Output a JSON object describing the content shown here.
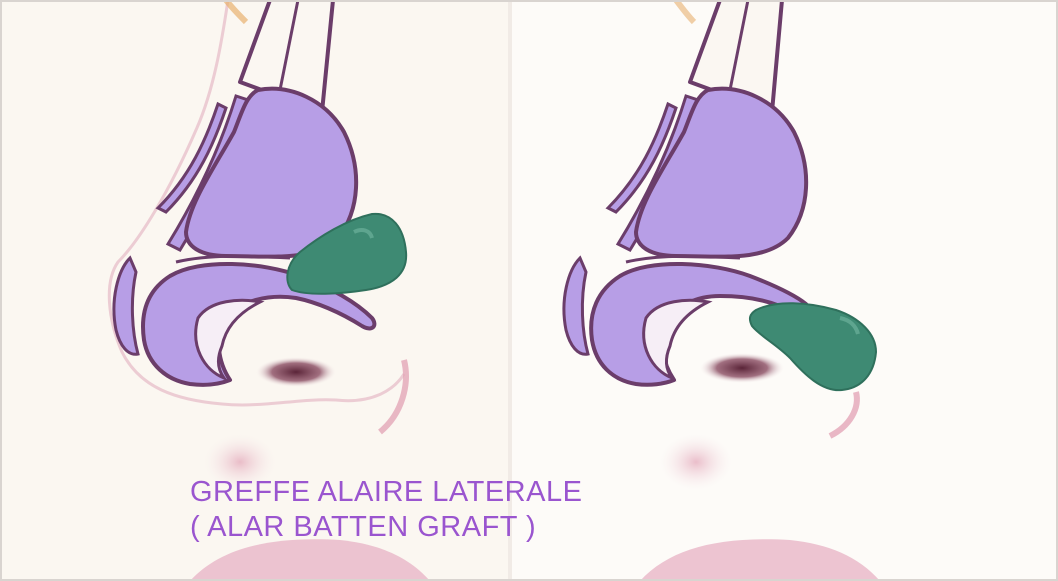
{
  "caption": {
    "line1": "GREFFE ALAIRE LATERALE",
    "line2": "( ALAR BATTEN GRAFT )"
  },
  "colors": {
    "page": "#fbf7f1",
    "right_panel": "#fdfbf8",
    "cartilage_fill": "#b79ee6",
    "cartilage_stroke": "#6b3d6a",
    "graft": "#3e8a73",
    "skin_pink": "#e4a9bb",
    "lip": "#e7b1c4",
    "nostril": "#6a3646",
    "caption_text": "#9a55cf"
  },
  "panels": [
    {
      "name": "left-panel",
      "graft_position": "upper lateral wall"
    },
    {
      "name": "right-panel",
      "graft_position": "alar rim"
    }
  ]
}
